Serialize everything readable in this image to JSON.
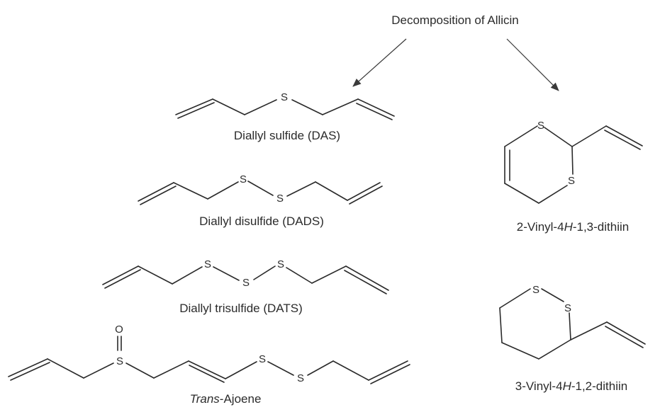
{
  "title": "Decomposition of Allicin",
  "atoms": {
    "sulfur": "S",
    "oxygen": "O"
  },
  "compounds": {
    "das": {
      "name": "Diallyl sulfide (DAS)"
    },
    "dads": {
      "name": "Diallyl disulfide (DADS)"
    },
    "dats": {
      "name": "Diallyl trisulfide (DATS)"
    },
    "ajoene": {
      "prefix": "Trans",
      "suffix": "-Ajoene"
    },
    "dithiin13": {
      "pre": "2-Vinyl-4",
      "ital": "H",
      "post": "-1,3-dithiin"
    },
    "dithiin12": {
      "pre": "3-Vinyl-4",
      "ital": "H",
      "post": "-1,2-dithiin"
    }
  }
}
